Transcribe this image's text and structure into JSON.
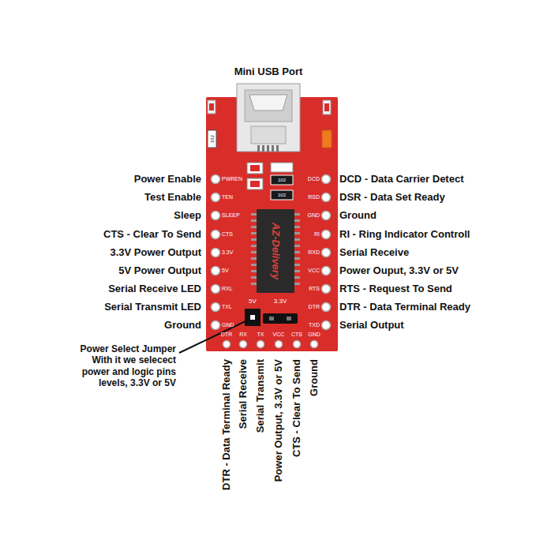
{
  "diagram": {
    "labels": [
      "Mini USB Port",
      "Power Enable",
      "Test Enable",
      "Sleep",
      "CTS - Clear To Send",
      "3.3V Power Output",
      "5V Power Output",
      "Serial Receive LED",
      "Serial Transmit LED",
      "Ground",
      "DCD - Data Carrier Detect",
      "DSR - Data Set Ready",
      "Ground",
      "RI - Ring Indicator Controll",
      "Serial Receive",
      "Power Ouput, 3.3V or 5V",
      "RTS - Request To Send",
      "DTR - Data Terminal Ready",
      "Serial Output",
      "PWREN",
      "TEN",
      "SLEEP",
      "CTS",
      "3.3V",
      "5V",
      "RXL",
      "TXL",
      "GND",
      "DCD",
      "RSD",
      "GND",
      "RI",
      "RXD",
      "VCC",
      "RTS",
      "DTR",
      "TXD",
      "5V",
      "3.3V",
      "DTR",
      "RX",
      "TX",
      "VCC",
      "CTS",
      "GND",
      "AZ-Delivery",
      "102",
      "102",
      "102",
      "Power Select Jumper With it we selecect power and logic pins levels, 3.3V or 5V",
      "DTR - Data Terminal Ready",
      "Serial Receive",
      "Serial Transmit",
      "Power Output, 3.3V or 5V",
      "CTS - Clear To Send",
      "Ground"
    ]
  }
}
